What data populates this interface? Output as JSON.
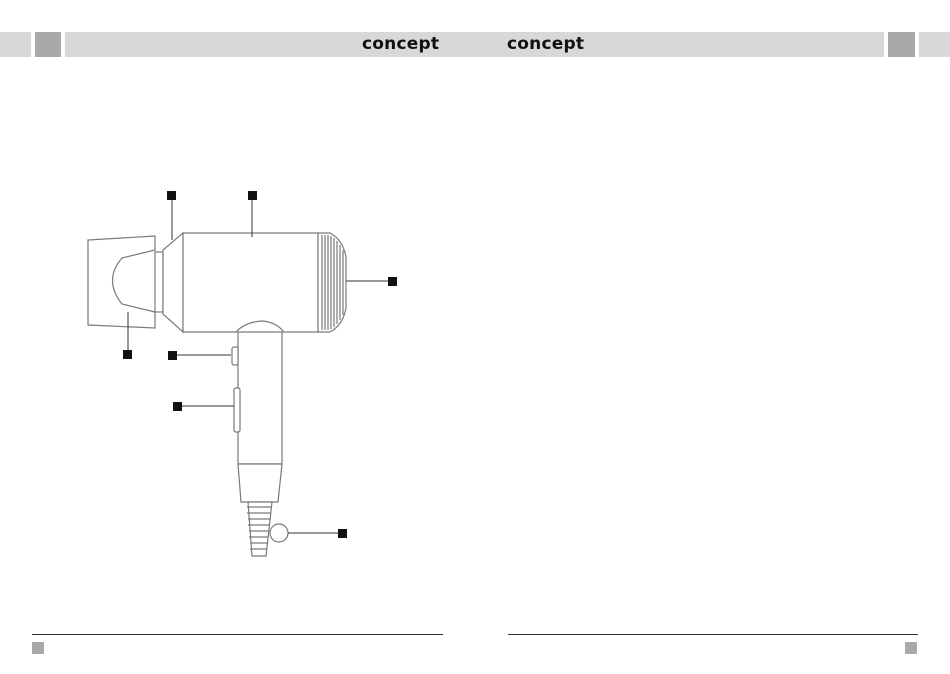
{
  "header": {
    "brand_left": "concept",
    "brand_right": "concept"
  },
  "figure": {
    "description_icon": "hair-dryer-diagram",
    "callouts": [
      {
        "id": "callout-nozzle-ring"
      },
      {
        "id": "callout-body"
      },
      {
        "id": "callout-rear-filter"
      },
      {
        "id": "callout-concentrator"
      },
      {
        "id": "callout-button"
      },
      {
        "id": "callout-switch"
      },
      {
        "id": "callout-hang-loop"
      }
    ]
  },
  "colors": {
    "header_band": "#d8d8d8",
    "header_block": "#a9a9a9",
    "line": "#777777",
    "marker": "#111111"
  }
}
